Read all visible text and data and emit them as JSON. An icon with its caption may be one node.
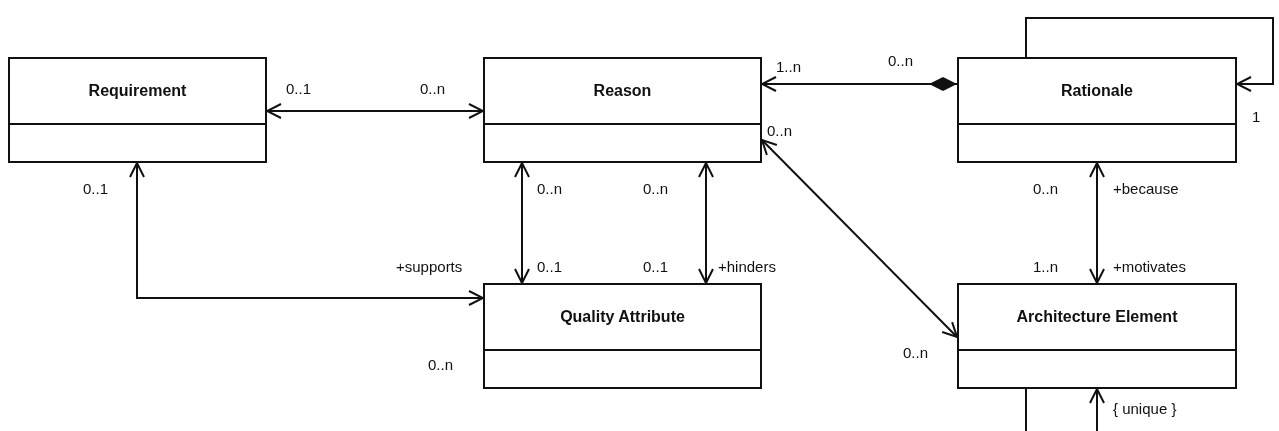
{
  "diagram": {
    "nodes": [
      {
        "text": [
          "Requirement"
        ]
      },
      {
        "text": [
          "Reason"
        ]
      },
      {
        "text": [
          "Rationale"
        ]
      },
      {
        "text": [
          "Quality Attribute"
        ]
      },
      {
        "text": [
          "Architecture Element"
        ]
      }
    ],
    "edges": [
      {
        "from": 0,
        "to": 1,
        "arrow": "both"
      },
      {
        "from": 2,
        "to": 1,
        "arrow": "to"
      },
      {
        "from": 2,
        "to": 2,
        "arrow": "to"
      },
      {
        "from": 1,
        "to": 3,
        "arrow": "both"
      },
      {
        "from": 1,
        "to": 3,
        "arrow": "both"
      },
      {
        "from": 1,
        "to": 4,
        "arrow": "both"
      },
      {
        "from": 2,
        "to": 4,
        "arrow": "both"
      },
      {
        "from": 0,
        "to": 3,
        "arrow": "both"
      },
      {
        "from": 4,
        "to": 4,
        "arrow": "to"
      }
    ],
    "labels": [
      "0..n",
      "1..n",
      "0..1",
      "0..n",
      "1",
      "0..n",
      "0..1",
      "0..n",
      "0..n",
      "0..n",
      "+because",
      "+supports",
      "0..1",
      "0..1",
      "+hinders",
      "1..n",
      "+motivates",
      "0..n",
      "0..n",
      "{ unique }"
    ]
  }
}
